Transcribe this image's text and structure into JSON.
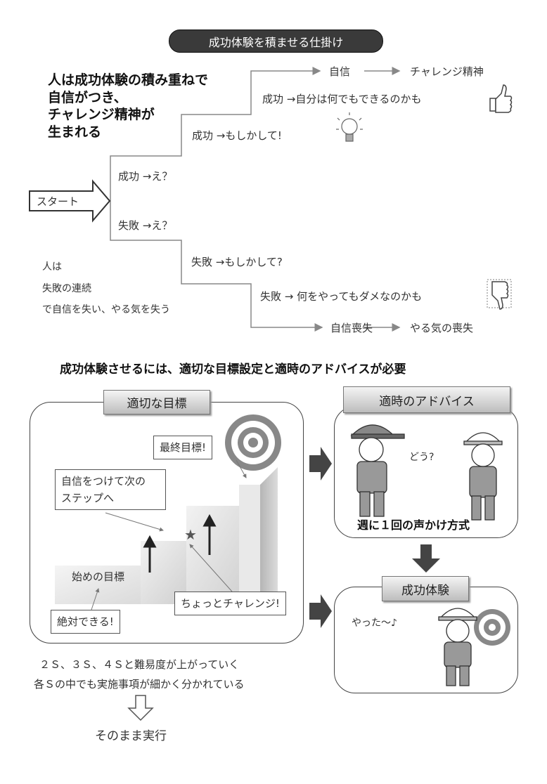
{
  "top": {
    "title": "成功体験を積ませる仕掛け",
    "headline": [
      "人は成功体験の積み重ねで",
      "自信がつき、",
      "チャレンジ精神が",
      "生まれる"
    ],
    "start_label": "スタート",
    "success_steps": [
      "成功 →え？",
      "成功 →もしかして!",
      "成功 →自分は何でもできるのかも"
    ],
    "failure_steps": [
      "失敗 →え？",
      "失敗 →もしかして?",
      "失敗 → 何をやってもダメなのかも"
    ],
    "success_outcome": [
      "自信",
      "チャレンジ精神"
    ],
    "failure_outcome": [
      "自信喪失",
      "やる気の喪失"
    ],
    "failure_note": [
      "人は",
      "失敗の連続",
      "で自信を失い、やる気を失う"
    ]
  },
  "bottom": {
    "heading": "成功体験させるには、適切な目標設定と適時のアドバイスが必要",
    "goal_panel": {
      "tab": "適切な目標",
      "final_goal": "最終目標!",
      "next_step": [
        "自信をつけて次の",
        "ステップへ"
      ],
      "first_goal": "始めの目標",
      "surely": "絶対できる!",
      "challenge": "ちょっとチャレンジ!"
    },
    "advice_panel": {
      "tab": "適時のアドバイス",
      "speech": "どう?",
      "caption": "週に１回の声かけ方式"
    },
    "success_panel": {
      "tab": "成功体験",
      "speech": "やった〜♪"
    },
    "notes": [
      "２Ｓ、３Ｓ、４Ｓと難易度が上がっていく",
      "各Ｓの中でも実施事項が細かく分かれている"
    ],
    "conclusion": "そのまま実行"
  }
}
